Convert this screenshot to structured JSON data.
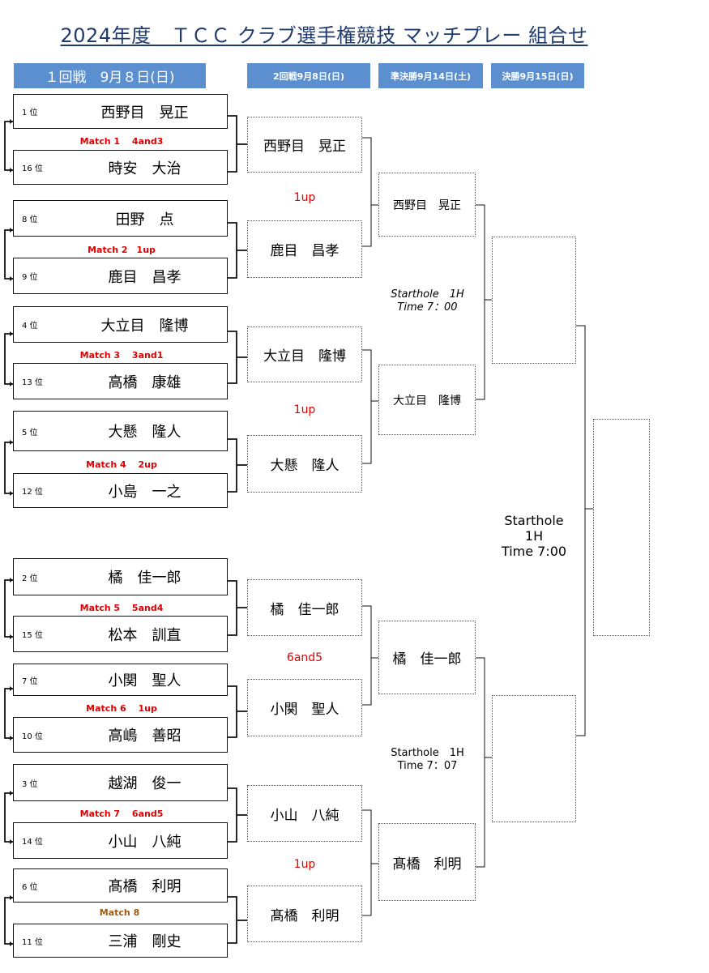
{
  "title": "2024年度　ＴＣＣ クラブ選手権競技 マッチプレー 組合せ",
  "headers": {
    "round1": "１回戦　9月８日(日)",
    "round2": "2回戦9月8日(日)",
    "semifinal": "準決勝9月14日(土)",
    "final": "決勝9月15日(日)"
  },
  "round1": [
    {
      "label": "Match 1　 4and3",
      "top": {
        "rank": "1 位",
        "name": "西野目　晃正"
      },
      "bottom": {
        "rank": "16 位",
        "name": "時安　大治"
      }
    },
    {
      "label": "Match 2　1up",
      "top": {
        "rank": "8 位",
        "name": "田野　点"
      },
      "bottom": {
        "rank": "9 位",
        "name": "鹿目　昌孝"
      }
    },
    {
      "label": "Match 3　 3and1",
      "top": {
        "rank": "4 位",
        "name": "大立目　隆博"
      },
      "bottom": {
        "rank": "13 位",
        "name": "高橋　康雄"
      }
    },
    {
      "label": "Match 4　 2up",
      "top": {
        "rank": "5 位",
        "name": "大懸　隆人"
      },
      "bottom": {
        "rank": "12 位",
        "name": "小島　一之"
      }
    },
    {
      "label": "Match 5　 5and4",
      "top": {
        "rank": "2 位",
        "name": "橘　佳一郎"
      },
      "bottom": {
        "rank": "15 位",
        "name": "松本　訓直"
      }
    },
    {
      "label": "Match 6　 1up",
      "top": {
        "rank": "7 位",
        "name": "小関　聖人"
      },
      "bottom": {
        "rank": "10 位",
        "name": "高嶋　善昭"
      }
    },
    {
      "label": "Match 7　 6and5",
      "top": {
        "rank": "3 位",
        "name": "越湖　俊一"
      },
      "bottom": {
        "rank": "14 位",
        "name": "小山　八純"
      }
    },
    {
      "label": "Match 8",
      "top": {
        "rank": "6 位",
        "name": "髙橋　利明"
      },
      "bottom": {
        "rank": "11 位",
        "name": "三浦　剛史"
      }
    }
  ],
  "round2": [
    {
      "result": "1up",
      "top": "西野目　晃正",
      "bottom": "鹿目　昌孝"
    },
    {
      "result": "1up",
      "top": "大立目　隆博",
      "bottom": "大懸　隆人"
    },
    {
      "result": "6and5",
      "top": "橘　佳一郎",
      "bottom": "小関　聖人"
    },
    {
      "result": "1up",
      "top": "小山　八純",
      "bottom": "髙橋　利明"
    }
  ],
  "semifinal": [
    {
      "starthole": "Starthole　1H",
      "time": "Time 7：00",
      "top": "西野目　晃正",
      "bottom": "大立目　隆博"
    },
    {
      "starthole": "Starthole　1H",
      "time": "Time 7：07",
      "top": "橘　佳一郎",
      "bottom": "髙橋　利明"
    }
  ],
  "final": {
    "starthole": "Starthole",
    "hole": "1H",
    "time": "Time 7:00",
    "top": "",
    "bottom": "",
    "champion": ""
  }
}
